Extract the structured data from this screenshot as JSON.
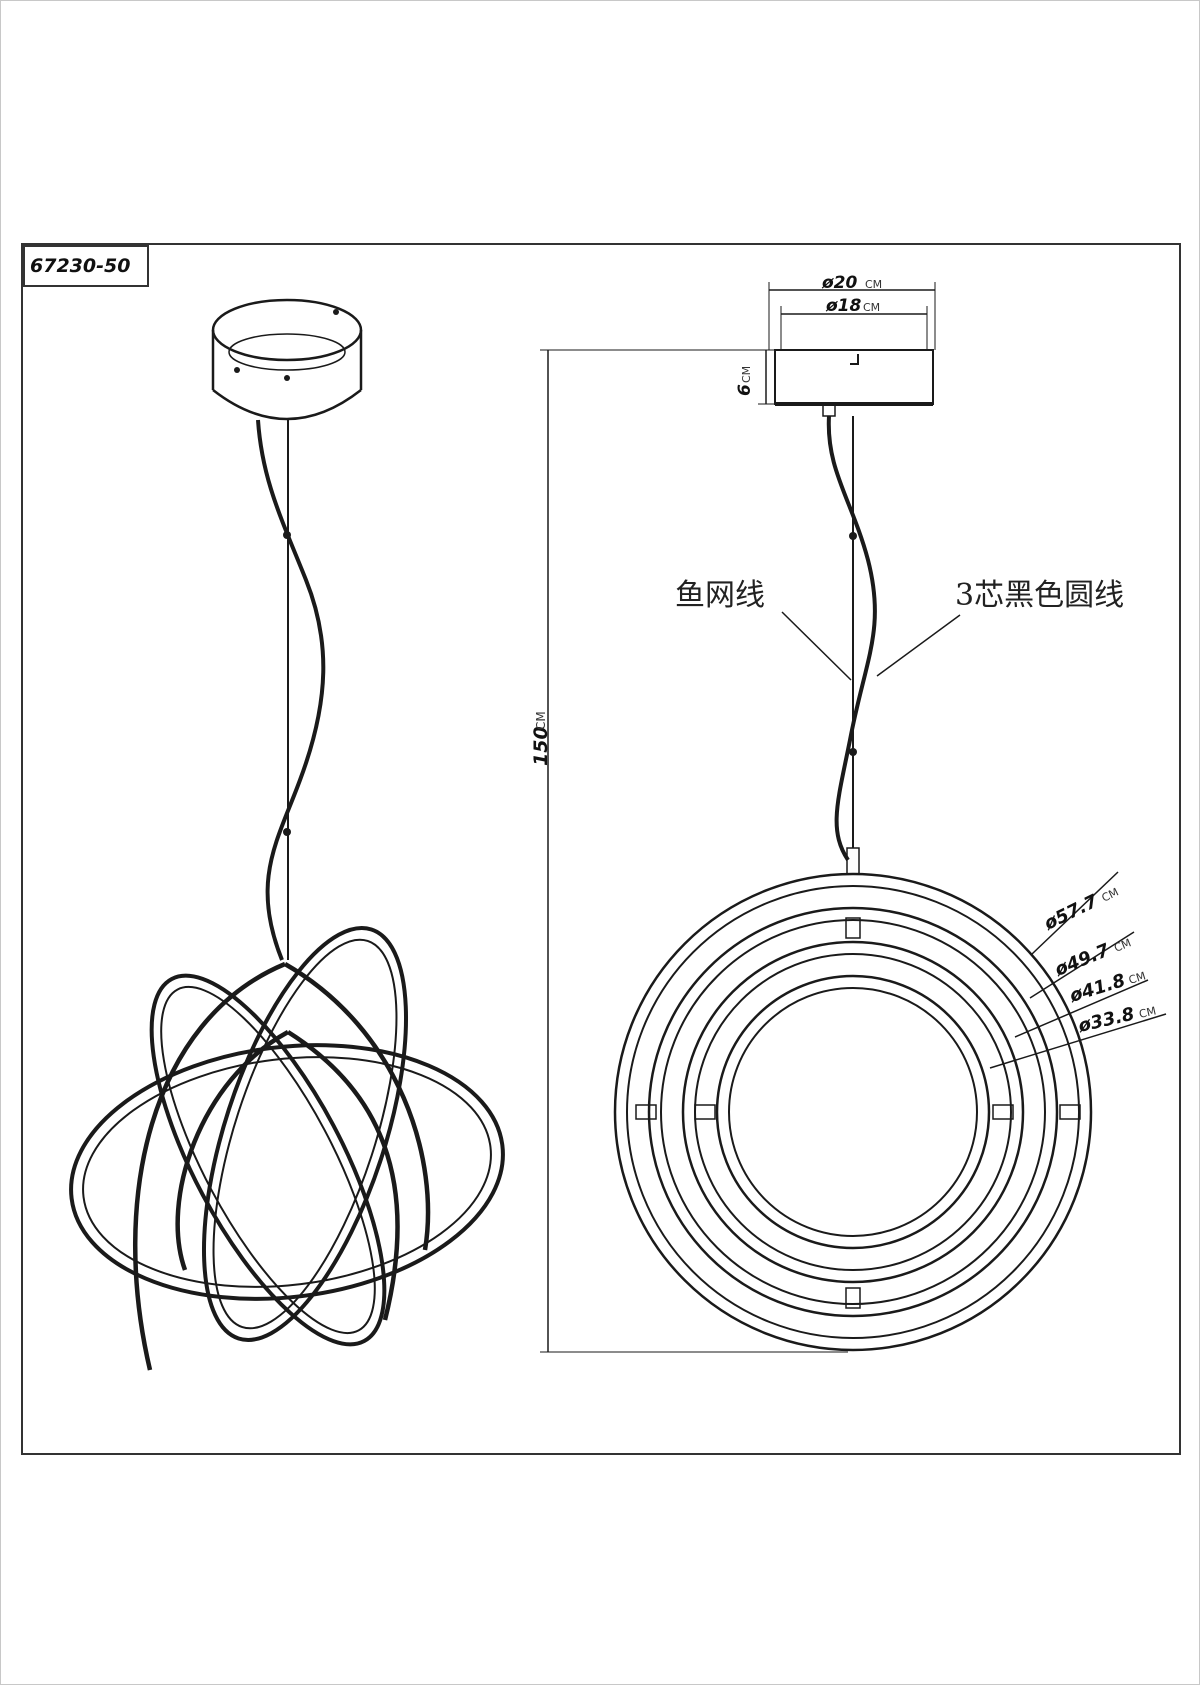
{
  "model_code": "67230-50",
  "labels": {
    "fishing_line": "鱼网线",
    "cable": "3芯黑色圆线"
  },
  "dimensions": {
    "canopy_outer": "ø20",
    "canopy_inner": "ø18",
    "canopy_height": "6",
    "total_height": "150",
    "ring_1": "ø57.7",
    "ring_2": "ø49.7",
    "ring_3": "ø41.8",
    "ring_4": "ø33.8",
    "unit": "CM"
  },
  "colors": {
    "line": "#1a1a1a",
    "frame": "#333333",
    "background": "#ffffff"
  }
}
